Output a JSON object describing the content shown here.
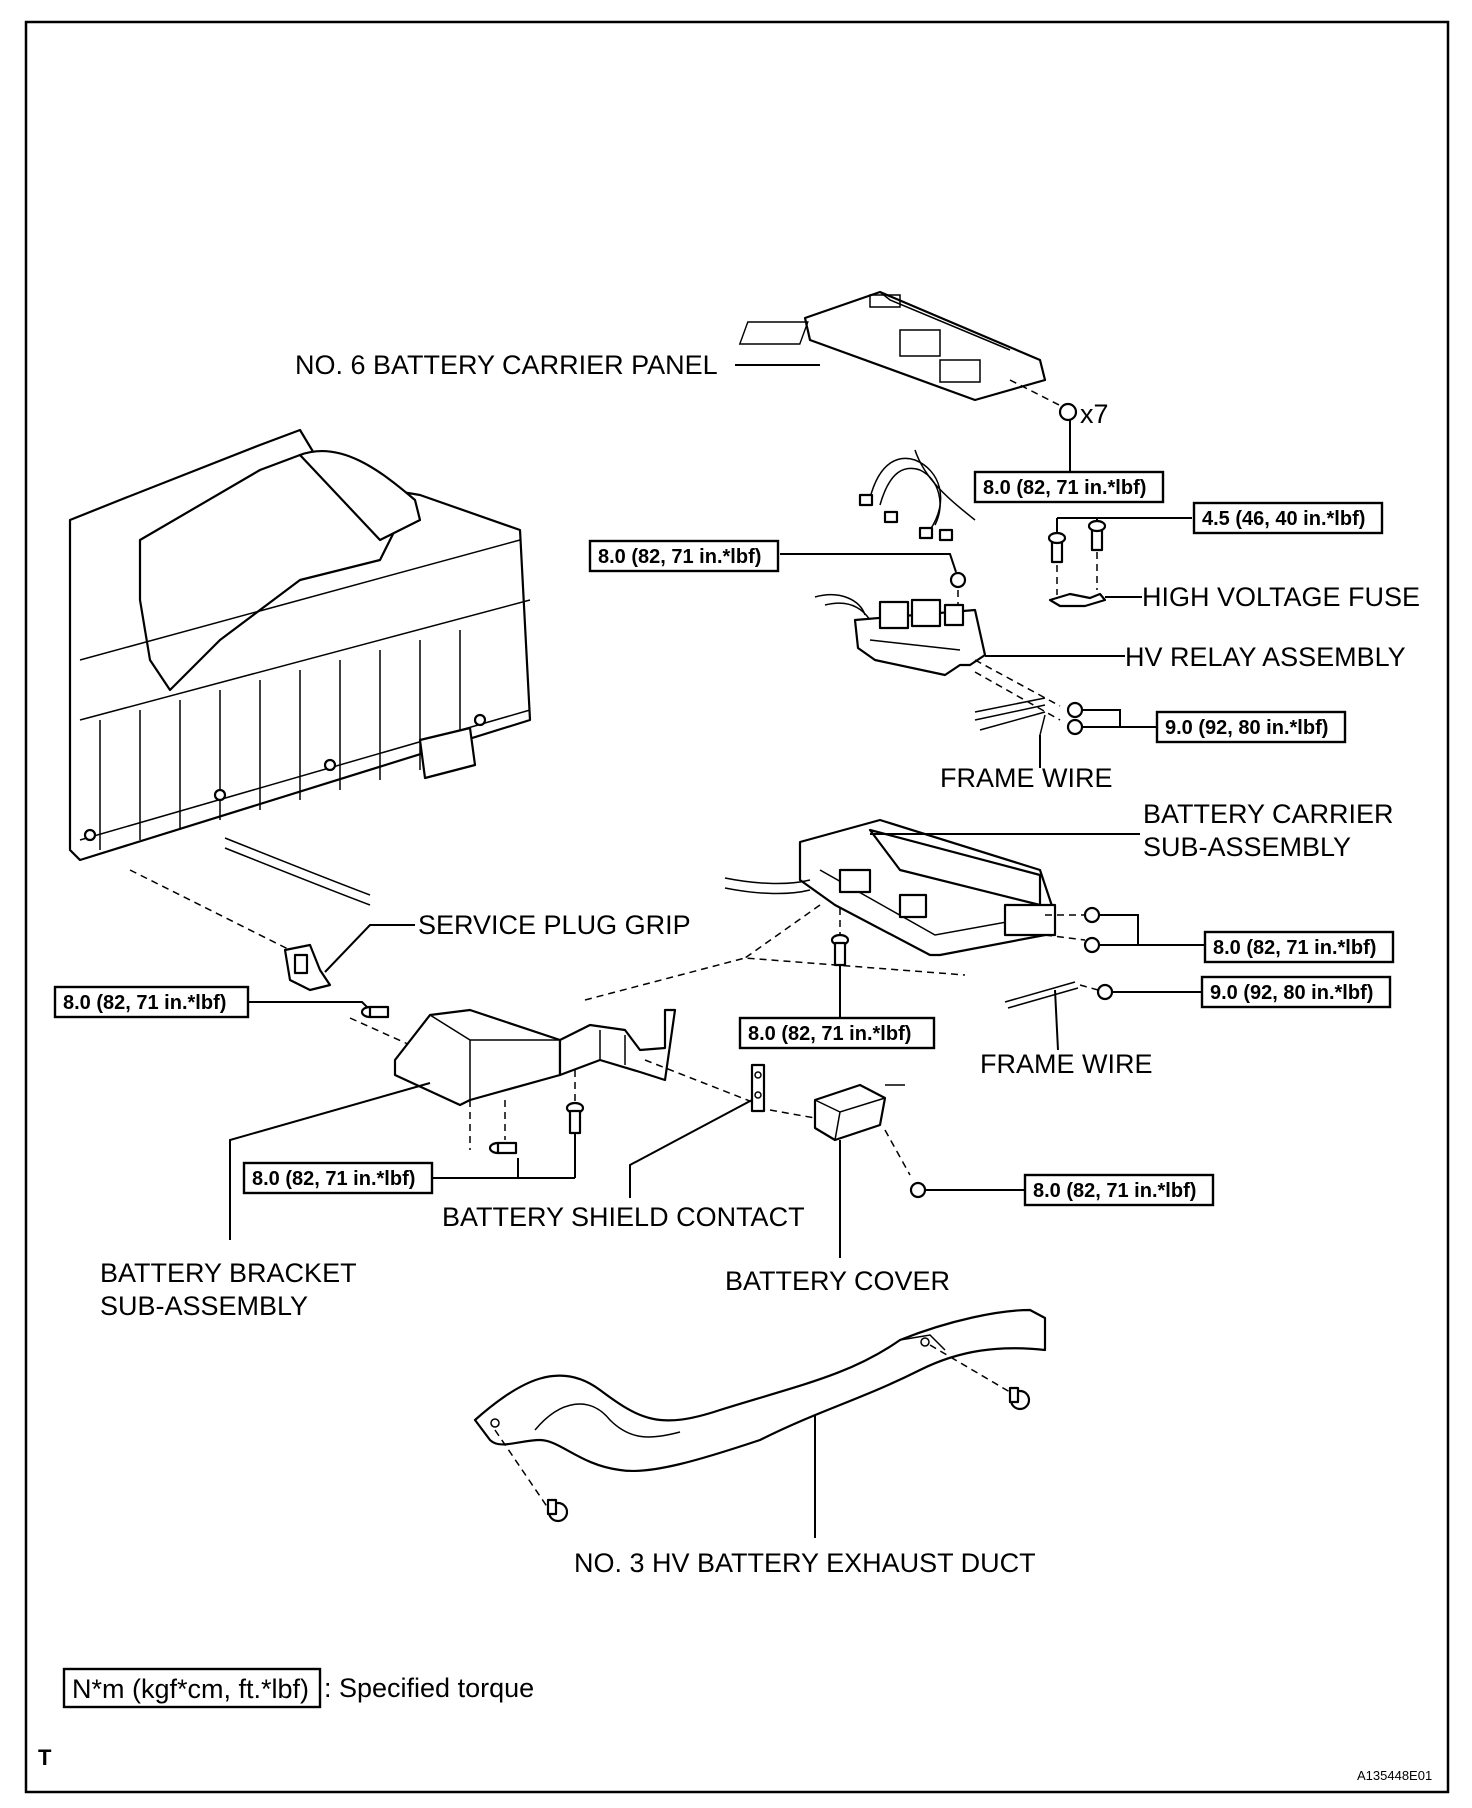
{
  "parts": {
    "carrier_panel": "NO. 6 BATTERY CARRIER PANEL",
    "hv_fuse": "HIGH VOLTAGE FUSE",
    "hv_relay": "HV RELAY ASSEMBLY",
    "frame_wire_1": "FRAME WIRE",
    "carrier_sub_1": "BATTERY CARRIER",
    "carrier_sub_2": "SUB-ASSEMBLY",
    "service_plug_grip": "SERVICE PLUG GRIP",
    "frame_wire_2": "FRAME WIRE",
    "shield_contact": "BATTERY SHIELD CONTACT",
    "bracket_sub_1": "BATTERY BRACKET",
    "bracket_sub_2": "SUB-ASSEMBLY",
    "battery_cover": "BATTERY COVER",
    "exhaust_duct": "NO. 3 HV BATTERY EXHAUST DUCT"
  },
  "quantities": {
    "panel_bolts": "x7"
  },
  "torques": {
    "panel_bolts": "8.0 (82, 71 in.*lbf)",
    "fuse_bolts": "4.5 (46, 40 in.*lbf)",
    "relay_nut": "8.0 (82, 71 in.*lbf)",
    "frame_wire_nuts": "9.0 (92, 80 in.*lbf)",
    "carrier_nuts": "8.0 (82, 71 in.*lbf)",
    "frame_wire_nut_2": "9.0 (92, 80 in.*lbf)",
    "bracket_bolt_top": "8.0 (82, 71 in.*lbf)",
    "carrier_bolt": "8.0 (82, 71 in.*lbf)",
    "bracket_bolts_bottom": "8.0 (82, 71 in.*lbf)",
    "cover_nut": "8.0 (82, 71 in.*lbf)"
  },
  "legend": {
    "unit": "N*m (kgf*cm, ft.*lbf)",
    "description": ": Specified torque"
  },
  "footer": {
    "corner_mark": "T",
    "figure_id": "A135448E01"
  }
}
